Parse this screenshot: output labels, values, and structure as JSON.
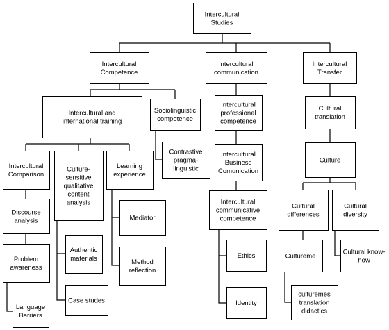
{
  "nodes": [
    {
      "id": "root",
      "lines": [
        "Intercultural",
        "Studies"
      ]
    },
    {
      "id": "competence",
      "lines": [
        "Intercultural",
        "Competence"
      ]
    },
    {
      "id": "communication",
      "lines": [
        "intercultural",
        "communication"
      ]
    },
    {
      "id": "transfer",
      "lines": [
        "Intercultural",
        "Transfer"
      ]
    },
    {
      "id": "training",
      "lines": [
        "Intercultural and",
        "international training"
      ]
    },
    {
      "id": "sociolinguistic",
      "lines": [
        "Sociolinguistic",
        "competence"
      ]
    },
    {
      "id": "comparison",
      "lines": [
        "Intercultural",
        "Comparison"
      ]
    },
    {
      "id": "culture-sensitive",
      "lines": [
        "Culture-",
        "sensitive",
        "qualitative",
        "content",
        "analysis"
      ]
    },
    {
      "id": "learning",
      "lines": [
        "Learning",
        "experience"
      ]
    },
    {
      "id": "contrastive",
      "lines": [
        "Contrastive",
        "pragma-",
        "linguistic"
      ]
    },
    {
      "id": "discourse",
      "lines": [
        "Discourse",
        "analysis"
      ]
    },
    {
      "id": "problem",
      "lines": [
        "Problem",
        "awareness"
      ]
    },
    {
      "id": "language",
      "lines": [
        "Language",
        "Barriers"
      ]
    },
    {
      "id": "authentic",
      "lines": [
        "Authentic",
        "materials"
      ]
    },
    {
      "id": "case",
      "lines": [
        "Case studes"
      ]
    },
    {
      "id": "mediator",
      "lines": [
        "Mediator"
      ]
    },
    {
      "id": "method",
      "lines": [
        "Method",
        "reflection"
      ]
    },
    {
      "id": "professional",
      "lines": [
        "Intercultural",
        "professional",
        "competence"
      ]
    },
    {
      "id": "business",
      "lines": [
        "Intercultural",
        "Business",
        "Comunication"
      ]
    },
    {
      "id": "communicative",
      "lines": [
        "Intercultural",
        "communicative",
        "competence"
      ]
    },
    {
      "id": "ethics",
      "lines": [
        "Ethics"
      ]
    },
    {
      "id": "identity",
      "lines": [
        "Identity"
      ]
    },
    {
      "id": "translation",
      "lines": [
        "Cultural",
        "translation"
      ]
    },
    {
      "id": "culture",
      "lines": [
        "Culture"
      ]
    },
    {
      "id": "differences",
      "lines": [
        "Cultural",
        "differences"
      ]
    },
    {
      "id": "diversity",
      "lines": [
        "Cultural",
        "diversity"
      ]
    },
    {
      "id": "cultureme",
      "lines": [
        "Cultureme"
      ]
    },
    {
      "id": "knowhow",
      "lines": [
        "Cultural know-",
        "how"
      ]
    },
    {
      "id": "culturemes",
      "lines": [
        "culturemes",
        "translation",
        "didactics"
      ]
    }
  ]
}
